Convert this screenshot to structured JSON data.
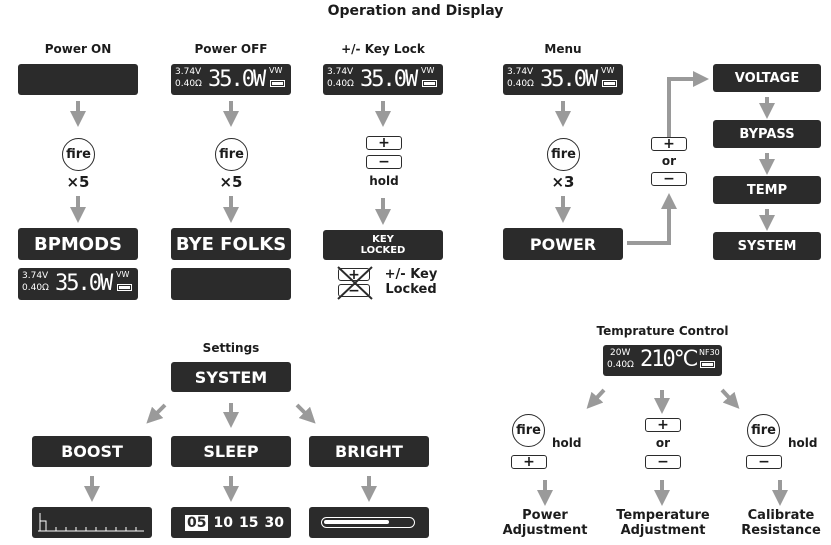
{
  "title": "Operation and Display",
  "display": {
    "volt": "3.74V",
    "ohm": "0.40Ω",
    "watt": "35.0W",
    "mode": "VW"
  },
  "power_on": {
    "heading": "Power ON",
    "button": "fire",
    "count": "×5",
    "result": "BPMODS"
  },
  "power_off": {
    "heading": "Power OFF",
    "button": "fire",
    "count": "×5",
    "result": "BYE FOLKS"
  },
  "key_lock": {
    "heading": "+/- Key Lock",
    "plus": "+",
    "minus": "−",
    "action": "hold",
    "result_line1": "KEY",
    "result_line2": "LOCKED",
    "note_line1": "+/- Key",
    "note_line2": "Locked"
  },
  "menu": {
    "heading": "Menu",
    "button": "fire",
    "count": "×3",
    "result": "POWER",
    "plus": "+",
    "or": "or",
    "minus": "−",
    "items": [
      "VOLTAGE",
      "BYPASS",
      "TEMP",
      "SYSTEM"
    ]
  },
  "settings": {
    "heading": "Settings",
    "root": "SYSTEM",
    "options": [
      "BOOST",
      "SLEEP",
      "BRIGHT"
    ],
    "sleep_values": [
      "05",
      "10",
      "15",
      "30"
    ],
    "brightness_level": 0.75
  },
  "temp_control": {
    "heading": "Temprature Control",
    "power": "20W",
    "ohm": "0.40Ω",
    "temp": "210℃",
    "mode": "NF30",
    "items": [
      {
        "button": "fire",
        "action": "hold",
        "key": "+",
        "label1": "Power",
        "label2": "Adjustment"
      },
      {
        "plus": "+",
        "or": "or",
        "minus": "−",
        "label1": "Temperature",
        "label2": "Adjustment"
      },
      {
        "button": "fire",
        "action": "hold",
        "key": "−",
        "label1": "Calibrate",
        "label2": "Resistance"
      }
    ]
  }
}
